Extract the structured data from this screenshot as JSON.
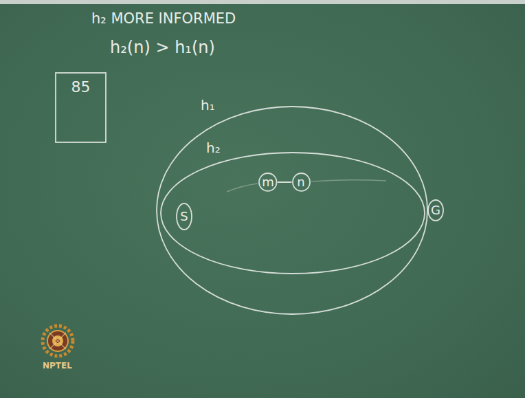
{
  "diagram": {
    "nodes": [
      {
        "text": [
          "85"
        ]
      },
      {
        "text": [
          "h₁"
        ]
      },
      {
        "text": [
          "h₂"
        ],
        "in": 1
      },
      {
        "text": [
          "S"
        ],
        "in": 2
      },
      {
        "text": [
          "m"
        ],
        "in": 2
      },
      {
        "text": [
          "n"
        ],
        "in": 2
      },
      {
        "text": [
          "G"
        ],
        "in": 1
      }
    ],
    "edges": [
      {
        "from": 4,
        "to": 5,
        "arrow": "none"
      }
    ],
    "labels": [
      "h₂ MORE INFORMED",
      "h₂(n) > h₁(n)",
      "NPTEL"
    ]
  }
}
